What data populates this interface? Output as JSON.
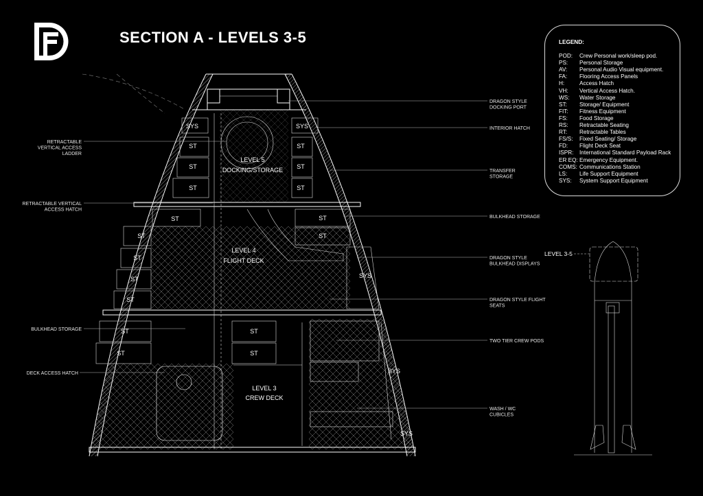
{
  "logo": {
    "text": "DF"
  },
  "title": "SECTION A - LEVELS 3-5",
  "legend": {
    "heading": "LEGEND:",
    "items": [
      {
        "key": "POD:",
        "desc": "Crew Personal work/sleep pod."
      },
      {
        "key": "PS:",
        "desc": "Personal Storage"
      },
      {
        "key": "AV:",
        "desc": "Personal Audio Visual equipment."
      },
      {
        "key": "FA:",
        "desc": "Flooring Access Panels"
      },
      {
        "key": "H:",
        "desc": "Access Hatch"
      },
      {
        "key": "VH:",
        "desc": "Vertical Access Hatch."
      },
      {
        "key": "WS:",
        "desc": "Water Storage"
      },
      {
        "key": "ST:",
        "desc": "Storage/ Equipment"
      },
      {
        "key": "FIT:",
        "desc": "Fitness Equipment"
      },
      {
        "key": "FS:",
        "desc": "Food Storage"
      },
      {
        "key": "RS:",
        "desc": "Retractable Seating"
      },
      {
        "key": "RT:",
        "desc": "Retractable Tables"
      },
      {
        "key": "FS/S:",
        "desc": "Fixed Seating/ Storage"
      },
      {
        "key": "FD:",
        "desc": "Flight Deck Seat"
      },
      {
        "key": "ISPR:",
        "desc": "International Standard Payload Rack"
      },
      {
        "key": "ER EQ:",
        "desc": "Emergency Equipment."
      },
      {
        "key": "COMS:",
        "desc": "Communications Station"
      },
      {
        "key": "LS:",
        "desc": "Life Support Equipment"
      },
      {
        "key": "SYS:",
        "desc": "System Support Equipment"
      }
    ]
  },
  "callouts_left": [
    {
      "lines": [
        "RETRACTABLE",
        "VERTICAL ACCESS",
        "LADDER"
      ]
    },
    {
      "lines": [
        "RETRACTABLE VERTICAL",
        "ACCESS HATCH"
      ]
    },
    {
      "lines": [
        "BULKHEAD STORAGE"
      ]
    },
    {
      "lines": [
        "DECK ACCESS HATCH"
      ]
    }
  ],
  "callouts_right": [
    {
      "lines": [
        "DRAGON STYLE",
        "DOCKING PORT"
      ]
    },
    {
      "lines": [
        "INTERIOR HATCH"
      ]
    },
    {
      "lines": [
        "TRANSFER",
        "STORAGE"
      ]
    },
    {
      "lines": [
        "BULKHEAD STORAGE"
      ]
    },
    {
      "lines": [
        "DRAGON STYLE",
        "BULKHEAD DISPLAYS"
      ]
    },
    {
      "lines": [
        "DRAGON STYLE FLIGHT",
        "SEATS"
      ]
    },
    {
      "lines": [
        "TWO TIER CREW PODS"
      ]
    },
    {
      "lines": [
        "WASH / WC",
        "CUBICLES"
      ]
    }
  ],
  "levels": {
    "l5": {
      "name": "LEVEL 5",
      "desc": "DOCKING/STORAGE"
    },
    "l4": {
      "name": "LEVEL 4",
      "desc": "FLIGHT DECK"
    },
    "l3": {
      "name": "LEVEL 3",
      "desc": "CREW DECK"
    }
  },
  "rooms": {
    "st": "ST",
    "sys": "SYS"
  },
  "key_plan": {
    "label": "LEVEL 3-5"
  }
}
